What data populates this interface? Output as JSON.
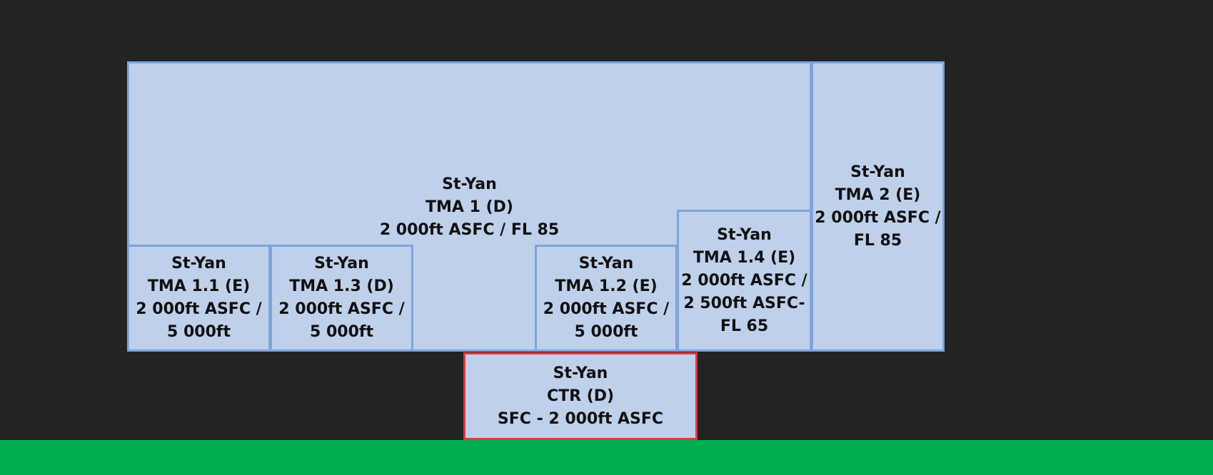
{
  "zones": {
    "tma1": {
      "name": "St-Yan",
      "class": "TMA 1 (D)",
      "limits": "2 000ft ASFC / FL 85"
    },
    "tma2": {
      "name": "St-Yan",
      "class": "TMA 2 (E)",
      "limits_line1": "2 000ft ASFC /",
      "limits_line2": "FL 85"
    },
    "tma11": {
      "name": "St-Yan",
      "class": "TMA 1.1 (E)",
      "limits_line1": "2 000ft ASFC /",
      "limits_line2": "5 000ft"
    },
    "tma13": {
      "name": "St-Yan",
      "class": "TMA 1.3 (D)",
      "limits_line1": "2 000ft ASFC /",
      "limits_line2": "5 000ft"
    },
    "tma12": {
      "name": "St-Yan",
      "class": "TMA 1.2 (E)",
      "limits_line1": "2 000ft ASFC /",
      "limits_line2": "5 000ft"
    },
    "tma14": {
      "name": "St-Yan",
      "class": "TMA 1.4 (E)",
      "limits_line1": "2 000ft ASFC /",
      "limits_line2": "2 500ft ASFC-",
      "limits_line3": "FL 65"
    },
    "ctr": {
      "name": "St-Yan",
      "class": "CTR (D)",
      "limits": "SFC - 2 000ft ASFC"
    }
  },
  "colors": {
    "background": "#232323",
    "ground": "#00ad4e",
    "zone_fill": "#bfd0eb",
    "zone_border": "#7fa4d9",
    "ctr_border": "#e0373f",
    "text": "#111111"
  }
}
